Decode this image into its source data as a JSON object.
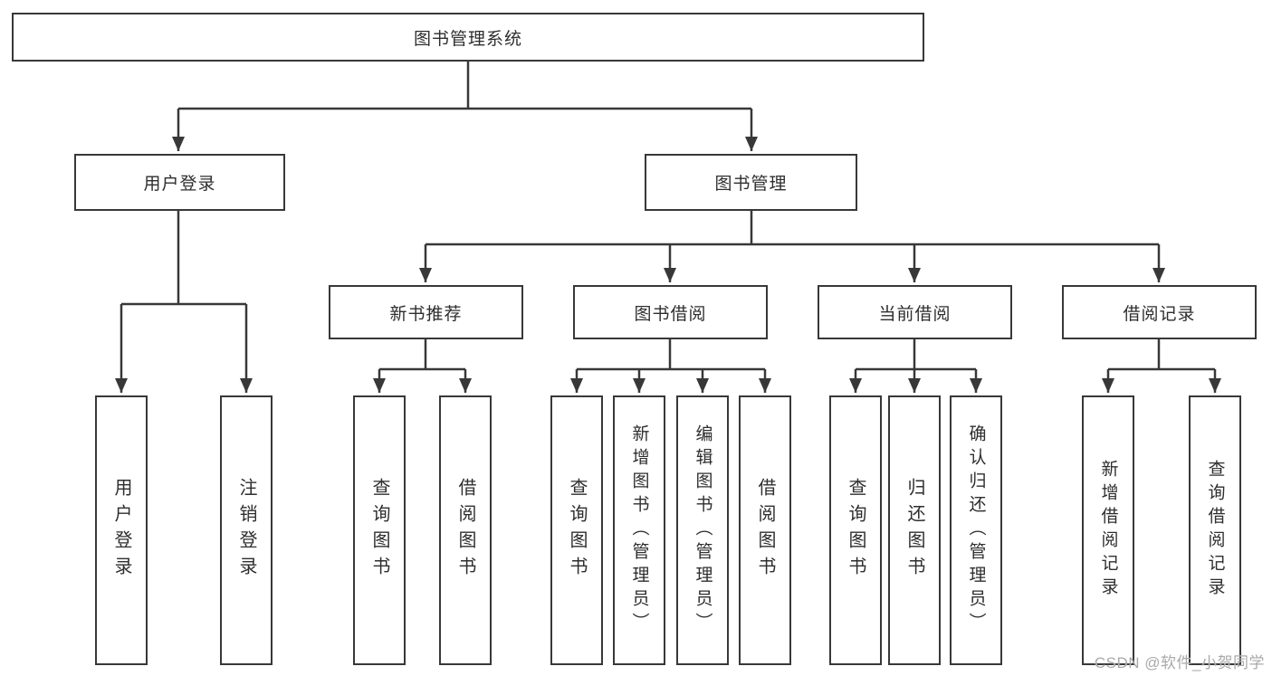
{
  "diagram": {
    "title": "图书管理系统",
    "watermark": "CSDN @软件_小贺同学",
    "colors": {
      "line": "#383838",
      "box_border": "#383838",
      "box_background": "#ffffff",
      "text": "#2e2e2e",
      "watermark_text": "#a9a9a9"
    },
    "tree": {
      "root": "图书管理系统",
      "children": [
        {
          "label": "用户登录",
          "children": [
            "用户登录",
            "注销登录"
          ]
        },
        {
          "label": "图书管理",
          "children": [
            {
              "label": "新书推荐",
              "children": [
                "查询图书",
                "借阅图书"
              ]
            },
            {
              "label": "图书借阅",
              "children": [
                "查询图书",
                "新增图书（管理员）",
                "编辑图书（管理员）",
                "借阅图书"
              ]
            },
            {
              "label": "当前借阅",
              "children": [
                "查询图书",
                "归还图书",
                "确认归还（管理员）"
              ]
            },
            {
              "label": "借阅记录",
              "children": [
                "新增借阅记录",
                "查询借阅记录"
              ]
            }
          ]
        }
      ]
    }
  }
}
